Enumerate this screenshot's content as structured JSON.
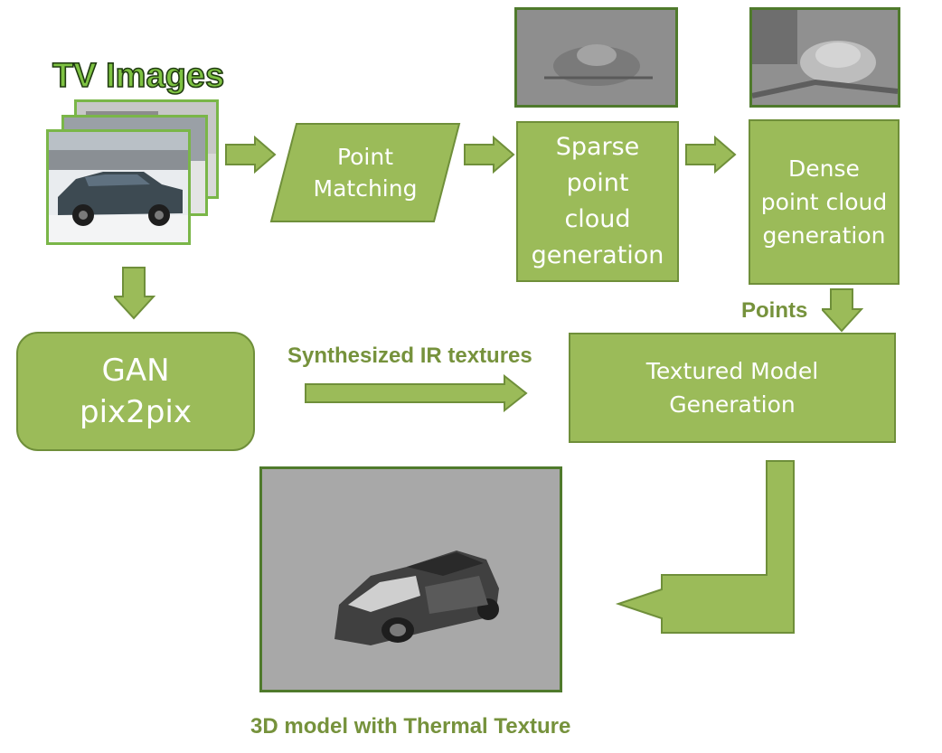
{
  "title": "TV Images",
  "nodes": {
    "point_matching": "Point\nMatching",
    "sparse": "Sparse\npoint\ncloud\ngeneration",
    "dense": "Dense\npoint cloud\ngeneration",
    "gan": "GAN\npix2pix",
    "textured": "Textured Model\nGeneration"
  },
  "labels": {
    "points": "Points",
    "synth": "Synthesized IR textures",
    "output": "3D model with Thermal Texture"
  },
  "colors": {
    "box_fill": "#9bbb59",
    "box_border": "#6f8f3a",
    "label_green": "#76923c",
    "title_fill": "#7ec242"
  }
}
